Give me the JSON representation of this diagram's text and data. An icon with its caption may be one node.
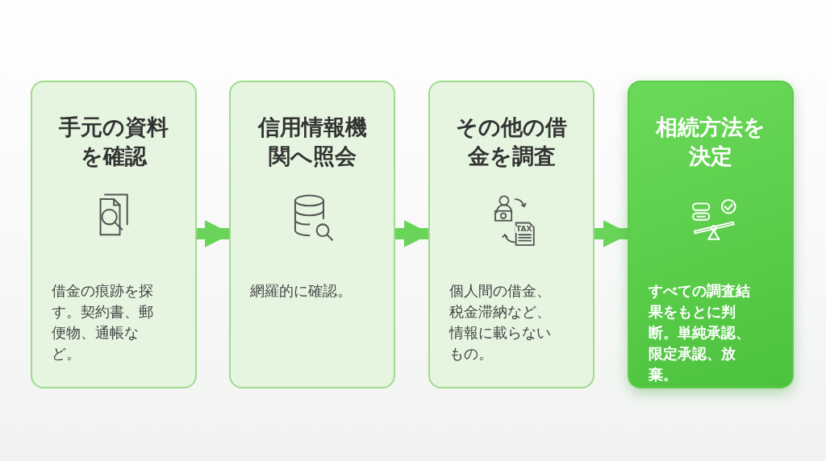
{
  "diagram": {
    "nodes": [
      {
        "text": [
          "手元の資料を確認",
          "借金の痕跡を探す。契約書、郵便物、通帳など。"
        ]
      },
      {
        "text": [
          "信用情報機関へ照会",
          "網羅的に確認。"
        ]
      },
      {
        "text": [
          "その他の借金を調査",
          "個人間の借金、税金滞納など、情報に載らないもの。"
        ]
      },
      {
        "text": [
          "相続方法を決定",
          "すべての調査結果をもとに判断。単純承認、限定承認、放棄。"
        ]
      }
    ],
    "edges": [
      {
        "from": 0,
        "to": 1,
        "arrow": "to"
      },
      {
        "from": 1,
        "to": 2,
        "arrow": "to"
      },
      {
        "from": 2,
        "to": 3,
        "arrow": "to"
      }
    ],
    "labels": [
      "TAX"
    ]
  }
}
